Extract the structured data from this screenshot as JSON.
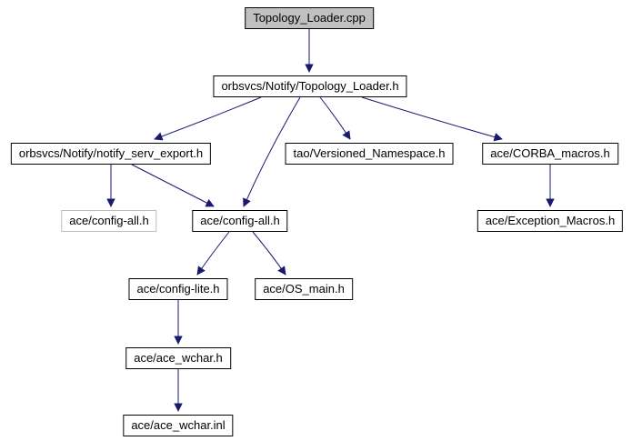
{
  "diagram": {
    "kind": "include-dependency-graph",
    "root_file": "Topology_Loader.cpp",
    "colors": {
      "edge": "#191970",
      "node_fill": "#ffffff",
      "node_border": "#000000",
      "root_fill": "#c0c0c0",
      "undocumented_border": "#bebebe",
      "text": "#000000",
      "background": "#ffffff"
    },
    "nodes": [
      {
        "id": "topology-loader-cpp",
        "label": "Topology_Loader.cpp",
        "style": "root"
      },
      {
        "id": "topology-loader-h",
        "label": "orbsvcs/Notify/Topology_Loader.h",
        "style": "normal"
      },
      {
        "id": "notify-serv-export-h",
        "label": "orbsvcs/Notify/notify_serv_export.h",
        "style": "normal"
      },
      {
        "id": "versioned-namespace-h",
        "label": "tao/Versioned_Namespace.h",
        "style": "normal"
      },
      {
        "id": "corba-macros-h",
        "label": "ace/CORBA_macros.h",
        "style": "normal"
      },
      {
        "id": "config-all-h-undoc",
        "label": "ace/config-all.h",
        "style": "undocumented"
      },
      {
        "id": "config-all-h",
        "label": "ace/config-all.h",
        "style": "normal"
      },
      {
        "id": "exception-macros-h",
        "label": "ace/Exception_Macros.h",
        "style": "normal"
      },
      {
        "id": "config-lite-h",
        "label": "ace/config-lite.h",
        "style": "normal"
      },
      {
        "id": "os-main-h",
        "label": "ace/OS_main.h",
        "style": "normal"
      },
      {
        "id": "ace-wchar-h",
        "label": "ace/ace_wchar.h",
        "style": "normal"
      },
      {
        "id": "ace-wchar-inl",
        "label": "ace/ace_wchar.inl",
        "style": "normal"
      }
    ],
    "edges": [
      [
        "topology-loader-cpp",
        "topology-loader-h"
      ],
      [
        "topology-loader-h",
        "notify-serv-export-h"
      ],
      [
        "topology-loader-h",
        "config-all-h"
      ],
      [
        "topology-loader-h",
        "versioned-namespace-h"
      ],
      [
        "topology-loader-h",
        "corba-macros-h"
      ],
      [
        "notify-serv-export-h",
        "config-all-h-undoc"
      ],
      [
        "notify-serv-export-h",
        "config-all-h"
      ],
      [
        "corba-macros-h",
        "exception-macros-h"
      ],
      [
        "config-all-h",
        "config-lite-h"
      ],
      [
        "config-all-h",
        "os-main-h"
      ],
      [
        "config-lite-h",
        "ace-wchar-h"
      ],
      [
        "ace-wchar-h",
        "ace-wchar-inl"
      ]
    ]
  }
}
